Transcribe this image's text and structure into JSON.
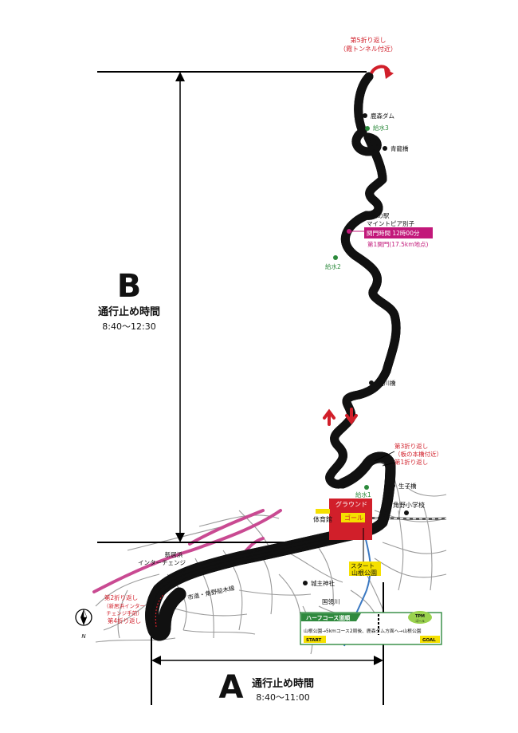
{
  "zone_b": {
    "letter": "B",
    "title": "通行止め時間",
    "time": "8:40〜12:30"
  },
  "zone_a": {
    "letter": "A",
    "title": "通行止め時間",
    "time": "8:40〜11:00"
  },
  "turnarounds": {
    "t5_line1": "第5折り返し",
    "t5_line2": "（霞トンネル付近）",
    "t3_line1": "第3折り返し",
    "t3_line2": "（板の本橋付近）",
    "t1": "第1折り返し",
    "t2_line1": "第2折り返し",
    "t2_line2": "（新居浜インター",
    "t2_line3": "チェンジ手前）",
    "t4": "第4折り返し"
  },
  "landmarks": {
    "dam": "鹿森ダム",
    "aoryu_bridge": "青龍橋",
    "michinoeki_1": "道の駅",
    "michinoeki_2": "マイントピア別子",
    "tatsukawa_bridge": "龍川橋",
    "ikiko_bridge": "生子橋",
    "school": "角野小学校",
    "shrine": "城主神社",
    "river": "国領川",
    "interchange_1": "新居浜",
    "interchange_2": "インターチェンジ",
    "city_road": "市道・角野船木線",
    "gymnasium": "体育館",
    "ground": "グラウンド",
    "goal": "ゴール",
    "start_1": "スタート",
    "start_2": "山根公園"
  },
  "water": {
    "w1": "給水1",
    "w2": "給水2",
    "w3": "給水3"
  },
  "checkpoint": {
    "closing_time": "関門時間 12時00分",
    "gate": "第1関門(17.5km地点)"
  },
  "legend": {
    "title": "ハーフコース道順",
    "route": "山根公園→5kmコース2周後、鹿森ダム方面へ→山根公園",
    "start": "START",
    "goal": "GOAL",
    "badge": "TPM",
    "badge_sub": "ゴール"
  },
  "compass": {
    "north": "N"
  },
  "colors": {
    "course": "#f5e000",
    "course_edge": "#111111",
    "accent_red": "#d11f2a",
    "water_green": "#2c8a3c",
    "checkpoint_magenta": "#c2187a",
    "road_pink": "#c94a92",
    "legend_green": "#2f8a3e"
  }
}
